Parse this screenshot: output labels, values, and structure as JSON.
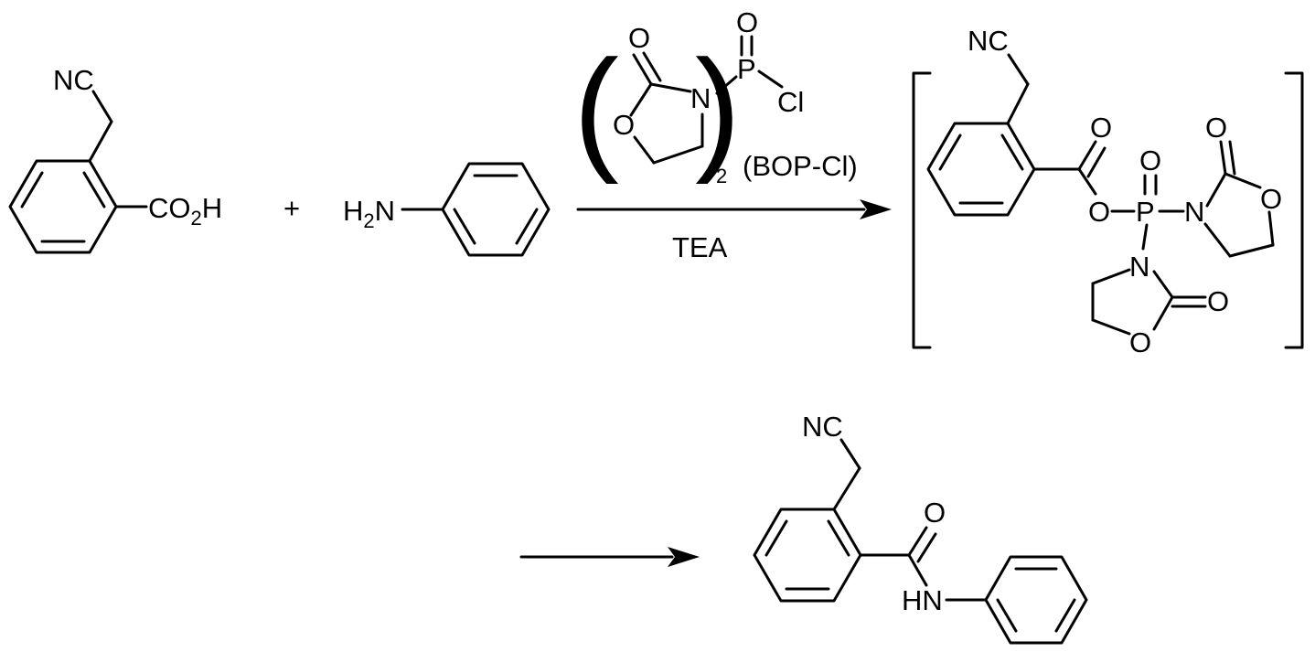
{
  "reactant_acid": {
    "nitrile": "NC",
    "acid_main": "CO",
    "acid_sub": "2",
    "acid_h": "H"
  },
  "plus": "+",
  "aniline": {
    "h": "H",
    "h_sub": "2",
    "n": "N"
  },
  "reagent": {
    "o_carbonyl": "O",
    "o_ring": "O",
    "n": "N",
    "p": "P",
    "p_oxo": "O",
    "cl": "Cl",
    "multiplier": "2",
    "name": "(BOP-Cl)",
    "base": "TEA"
  },
  "intermediate": {
    "nitrile": "NC",
    "o_carbonyl": "O",
    "o_ester": "O",
    "p": "P",
    "p_oxo": "O",
    "n1": "N",
    "n1_carbonyl": "O",
    "n1_ring_o": "O",
    "n2": "N",
    "n2_carbonyl": "O",
    "n2_ring_o": "O"
  },
  "product": {
    "nitrile": "NC",
    "o_carbonyl": "O",
    "nh": "HN"
  }
}
